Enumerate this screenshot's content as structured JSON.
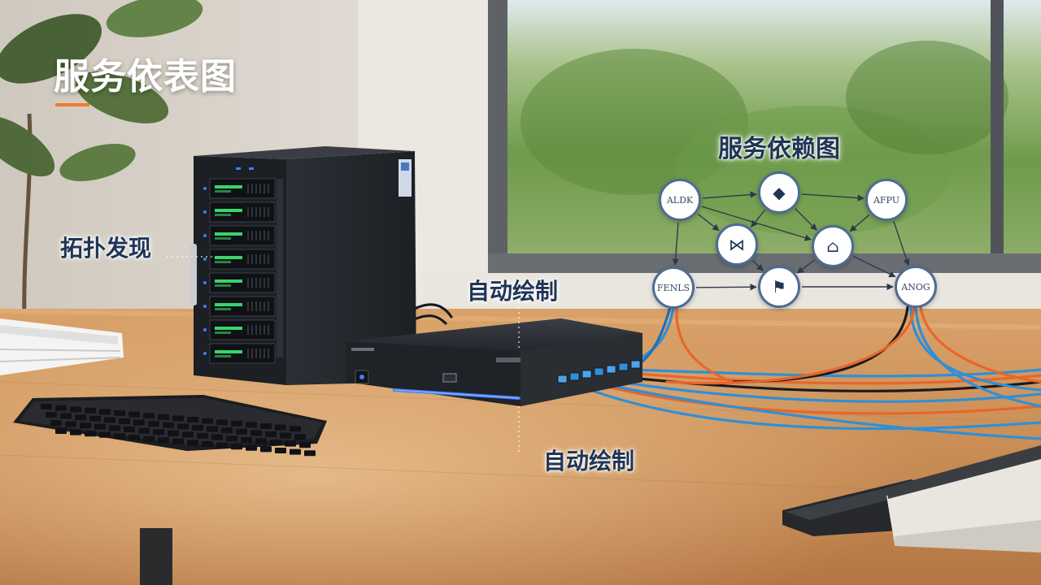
{
  "slide": {
    "title": "服务依表图",
    "accent_color": "#f07a2a"
  },
  "callouts": {
    "discovery": "拓扑发现",
    "auto_draw_upper": "自动绘制",
    "auto_draw_lower": "自动绘制"
  },
  "dependency_graph": {
    "title": "服务依赖图",
    "nodes": [
      {
        "id": "aldk",
        "label": "ALDK",
        "icon": ""
      },
      {
        "id": "pin",
        "label": "",
        "icon": "map-pin-icon"
      },
      {
        "id": "afpu",
        "label": "AFPU",
        "icon": ""
      },
      {
        "id": "bowtie",
        "label": "",
        "icon": "bowtie-icon"
      },
      {
        "id": "bank",
        "label": "",
        "icon": "bank-icon"
      },
      {
        "id": "fenls",
        "label": "FENLS",
        "icon": ""
      },
      {
        "id": "flag",
        "label": "",
        "icon": "flag-icon"
      },
      {
        "id": "anog",
        "label": "ANOG",
        "icon": ""
      }
    ],
    "edges": [
      [
        "aldk",
        "pin"
      ],
      [
        "pin",
        "afpu"
      ],
      [
        "aldk",
        "bank"
      ],
      [
        "pin",
        "bank"
      ],
      [
        "afpu",
        "bank"
      ],
      [
        "aldk",
        "bowtie"
      ],
      [
        "pin",
        "bowtie"
      ],
      [
        "bowtie",
        "flag"
      ],
      [
        "bank",
        "flag"
      ],
      [
        "aldk",
        "fenls"
      ],
      [
        "fenls",
        "flag"
      ],
      [
        "flag",
        "anog"
      ],
      [
        "bank",
        "anog"
      ],
      [
        "afpu",
        "anog"
      ]
    ]
  },
  "scene": {
    "colors": {
      "wall": "#d8d2c8",
      "desk": "#c98d55",
      "server": "#24272c",
      "cable_blue": "#2f8fd8",
      "cable_orange": "#e8662a",
      "led_green": "#39d46a",
      "led_blue": "#3f7cff"
    },
    "objects": [
      "potted-plant",
      "tower-server",
      "network-switch",
      "keyboard",
      "paper-stack",
      "book",
      "window"
    ]
  }
}
